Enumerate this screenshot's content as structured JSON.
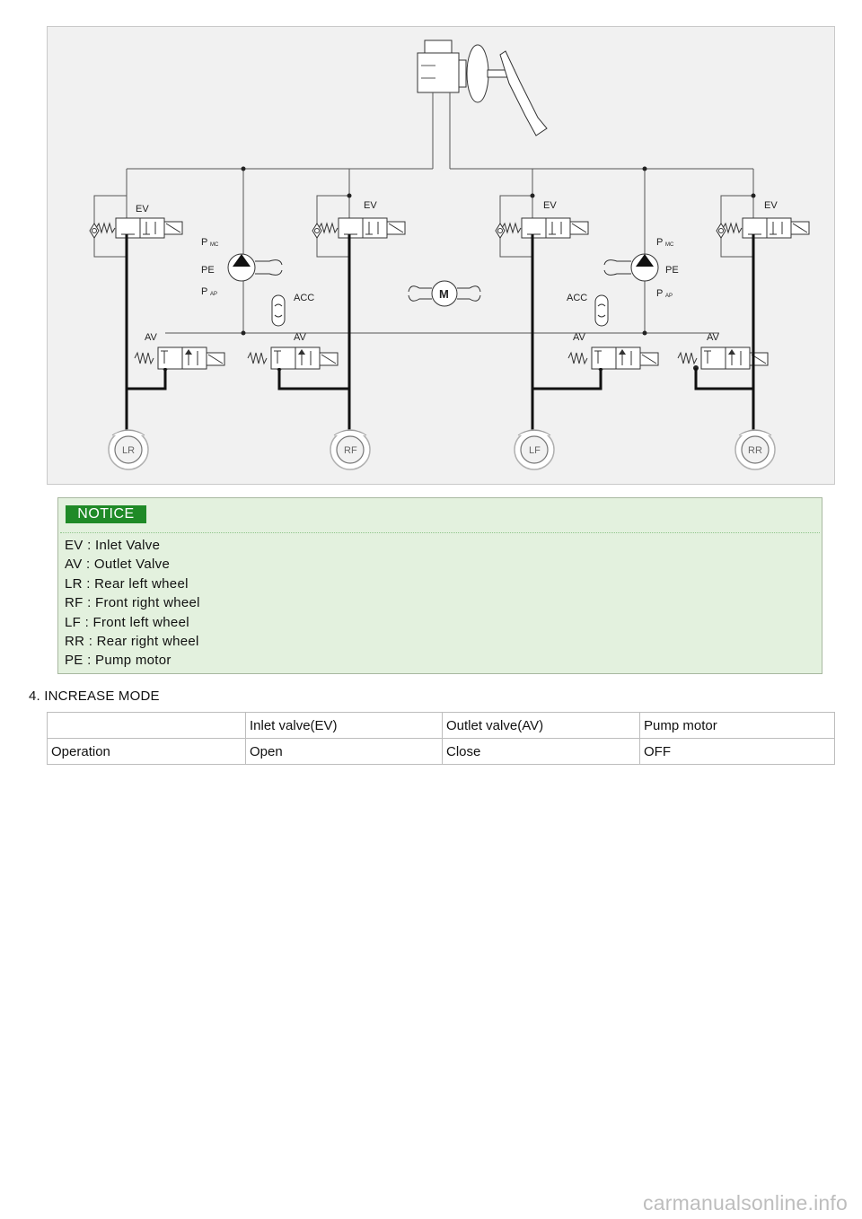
{
  "diagram": {
    "labels": {
      "ev": "EV",
      "av": "AV",
      "pmc": "P",
      "pmc_sub": "MC",
      "pe": "PE",
      "pap": "P",
      "pap_sub": "AP",
      "acc": "ACC",
      "motor": "M",
      "lr": "LR",
      "rf": "RF",
      "lf": "LF",
      "rr": "RR"
    }
  },
  "notice": {
    "badge": "NOTICE",
    "items": [
      "EV : Inlet Valve",
      "AV : Outlet Valve",
      "LR : Rear left wheel",
      "RF : Front right wheel",
      "LF : Front left wheel",
      "RR : Rear right wheel",
      "PE : Pump motor"
    ]
  },
  "section": {
    "heading": "4. INCREASE MODE"
  },
  "table": {
    "headers": [
      "",
      "Inlet valve(EV)",
      "Outlet valve(AV)",
      "Pump motor"
    ],
    "rows": [
      [
        "Operation",
        "Open",
        "Close",
        "OFF"
      ]
    ]
  },
  "watermark": "carmanualsonline.info"
}
